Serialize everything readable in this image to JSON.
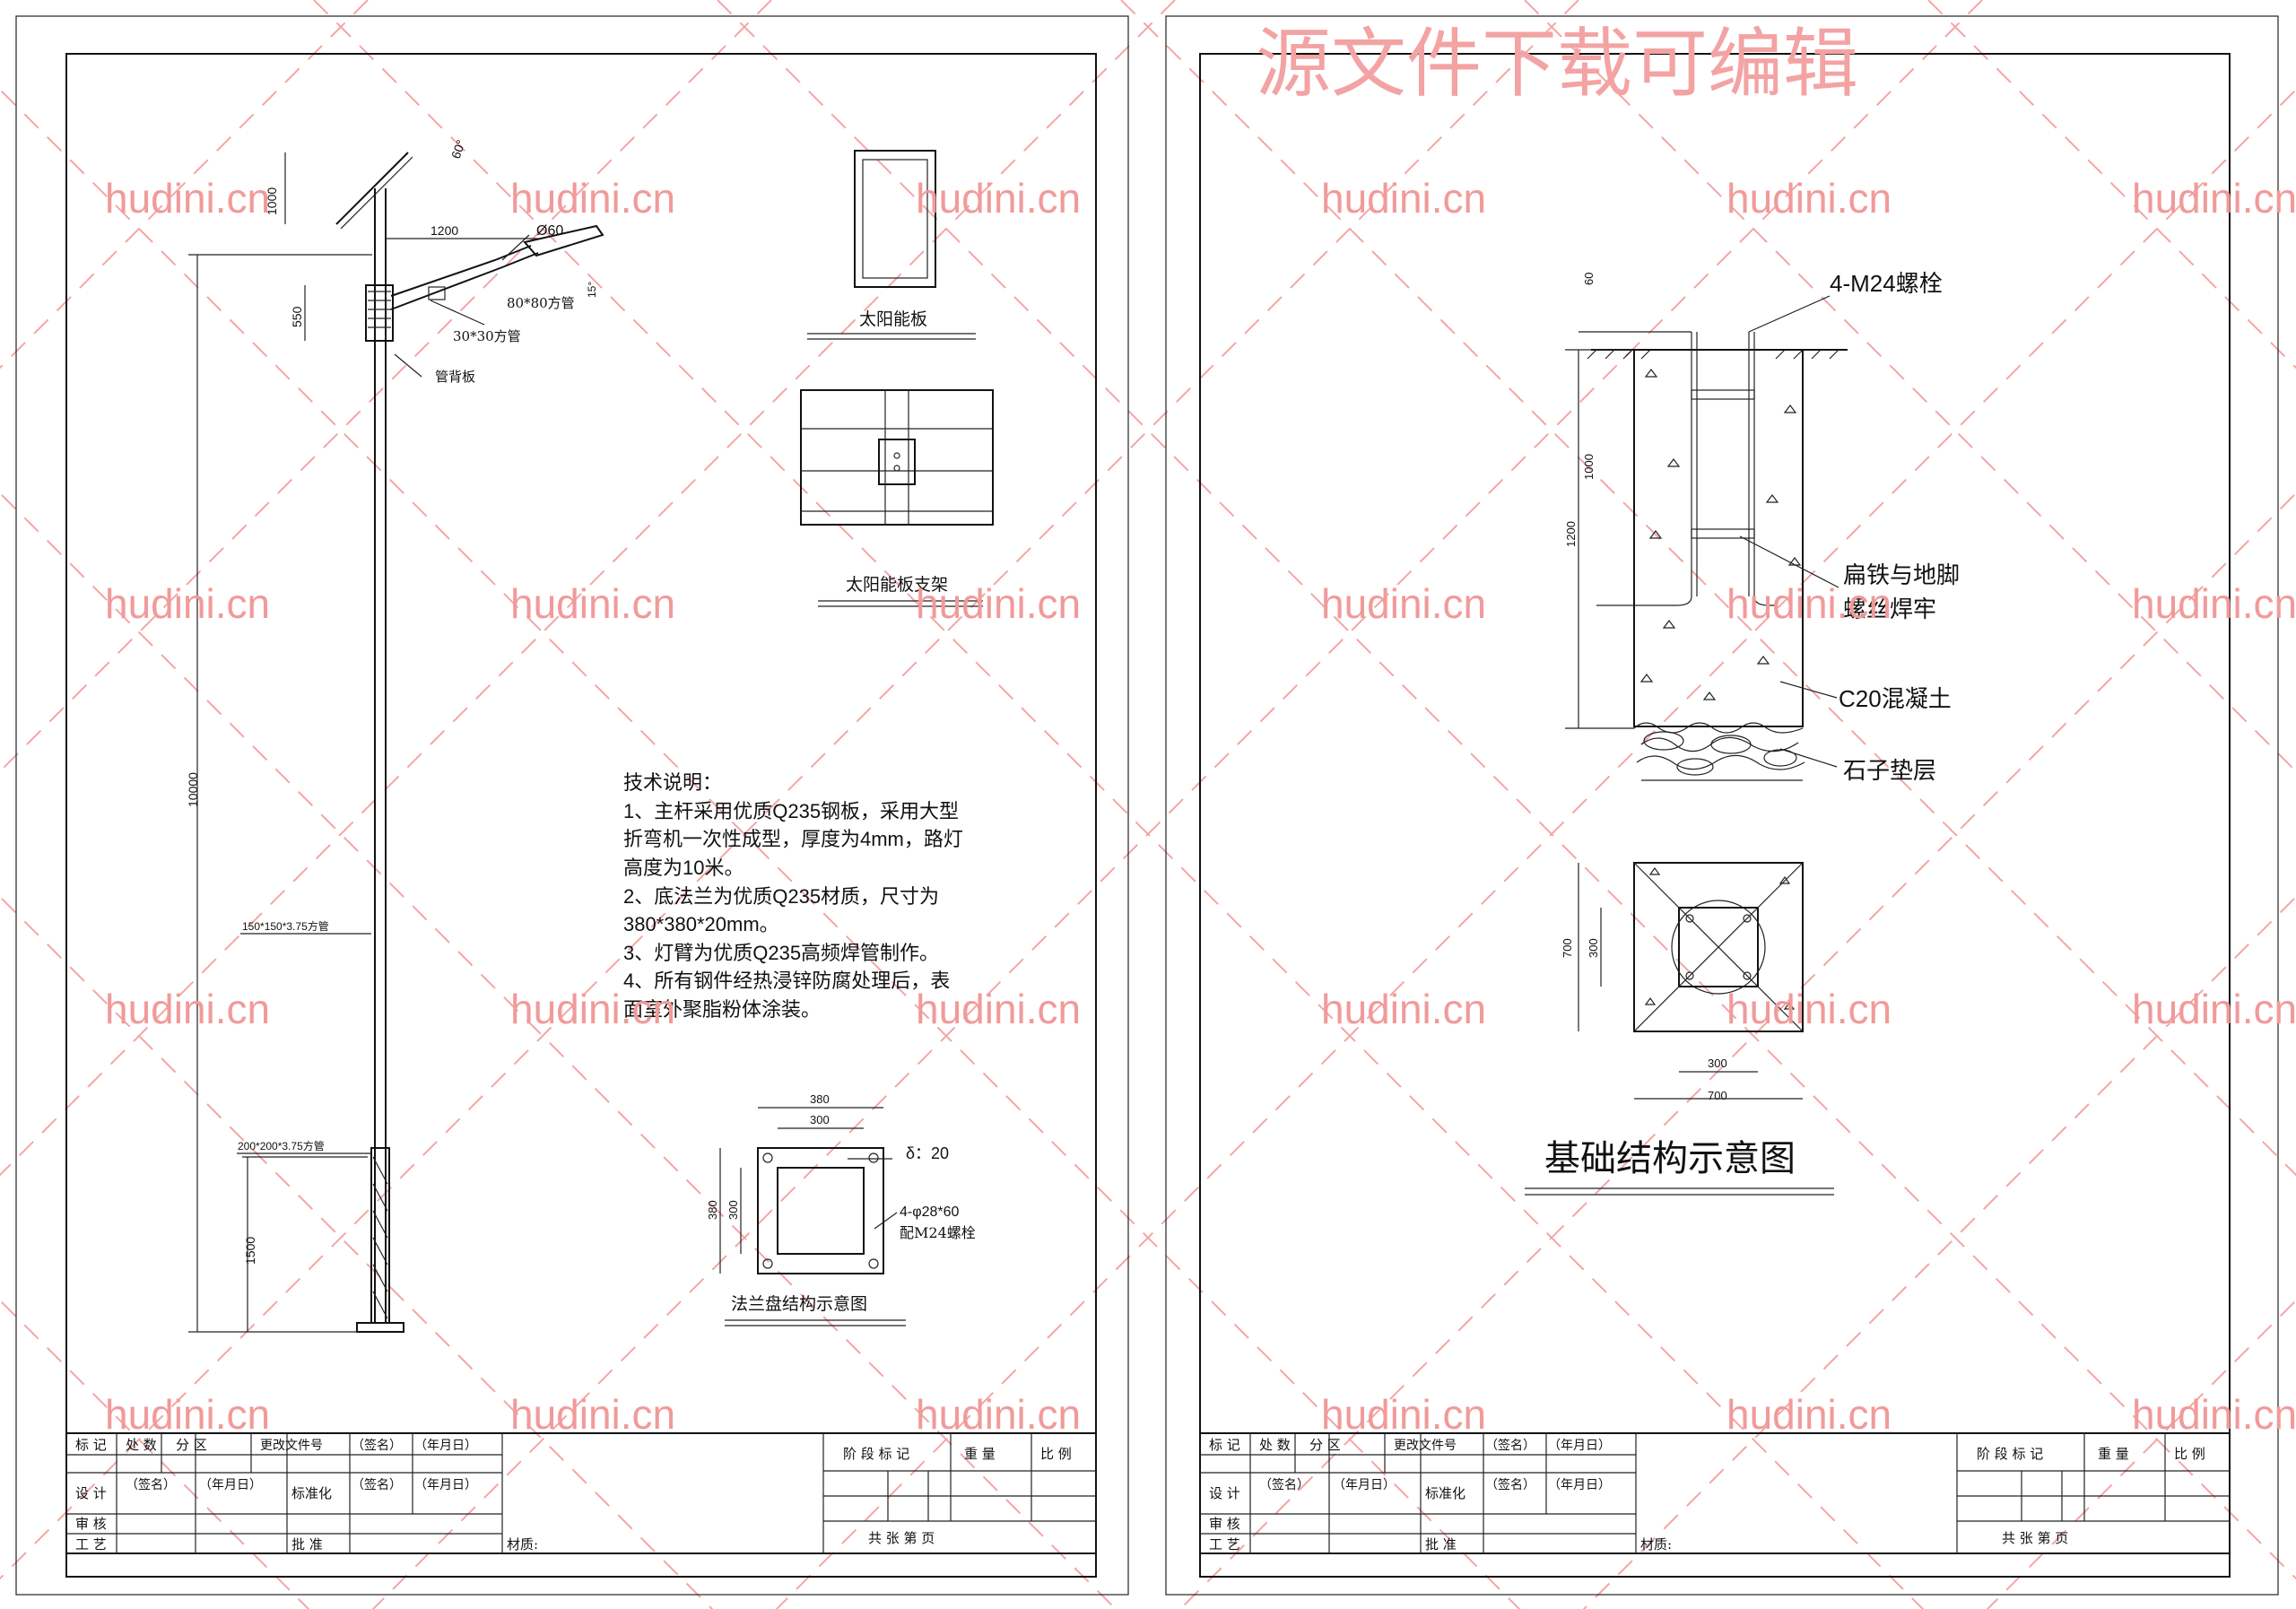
{
  "watermark": {
    "title": "源文件下载可编辑",
    "site": "hudini.cn"
  },
  "left_sheet": {
    "solar_panel_label": "太阳能板",
    "solar_bracket_label": "太阳能板支架",
    "dim_panel_height": "1000",
    "dim_arm": "1200",
    "dim_lamp_dia": "Ø60",
    "dim_angle_top": "60°",
    "dim_angle_arm": "15°",
    "dim_550": "550",
    "tube_80": "80*80方管",
    "tube_30": "30*30方管",
    "backplate": "管背板",
    "dim_total": "10000",
    "pole_upper": "150*150*3.75方管",
    "pole_lower": "200*200*3.75方管",
    "dim_base": "1500",
    "tech_title": "技术说明：",
    "tech_lines": [
      "1、主杆采用优质Q235钢板，采用大型",
      "折弯机一次性成型，厚度为4mm，路灯",
      "高度为10米。",
      "2、底法兰为优质Q235材质，尺寸为",
      "380*380*20mm。",
      "3、灯臂为优质Q235高频焊管制作。",
      "4、所有钢件经热浸锌防腐处理后，表",
      "面室外聚脂粉体涂装。"
    ],
    "flange_380": "380",
    "flange_300": "300",
    "flange_380_v": "380",
    "flange_300_v": "300",
    "flange_thickness": "δ：20",
    "flange_holes": "4-φ28*60",
    "flange_bolts": "配M24螺栓",
    "flange_title": "法兰盘结构示意图"
  },
  "right_sheet": {
    "bolts": "4-M24螺栓",
    "dim_60": "60",
    "dim_1000": "1000",
    "dim_1200": "1200",
    "weld_note_1": "扁铁与地脚",
    "weld_note_2": "螺丝焊牢",
    "concrete": "C20混凝土",
    "gravel": "石子垫层",
    "plan_700_v": "700",
    "plan_300_v": "300",
    "plan_300_h": "300",
    "plan_700_h": "700",
    "title": "基础结构示意图"
  },
  "title_block": {
    "mark": "标 记",
    "count": "处 数",
    "zone": "分 区",
    "doc": "更改文件号",
    "sign": "（签名）",
    "date": "（年月日）",
    "design": "设 计",
    "standard": "标准化",
    "review": "审 核",
    "process": "工 艺",
    "approve": "批 准",
    "material": "材质:",
    "stage_mark": "阶 段 标 记",
    "weight": "重 量",
    "scale": "比 例",
    "sheets": "共    张    第    页"
  }
}
